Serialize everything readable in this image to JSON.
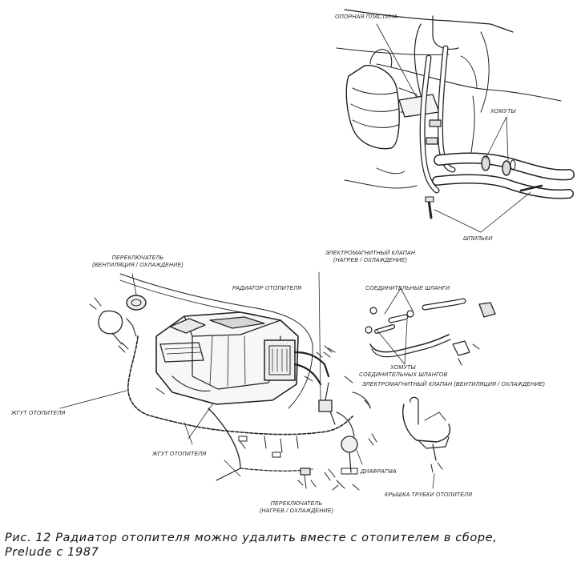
{
  "figure": {
    "labels": {
      "support_plate": "ОПОРНАЯ ПЛАСТИНА",
      "clamps_top": "ХОМУТЫ",
      "bolts": "ШПИЛЬКИ",
      "switch_vent_line1": "ПЕРЕКЛЮЧАТЕЛЬ",
      "switch_vent_line2": "(ВЕНТИЛЯЦИЯ / ОХЛАЖДЕНИЕ)",
      "solenoid_heat_line1": "ЭЛЕКТРОМАГНИТНЫЙ КЛАПАН",
      "solenoid_heat_line2": "(НАГРЕВ / ОХЛАЖДЕНИЕ)",
      "heater_radiator": "РАДИАТОР ОТОПИТЕЛЯ",
      "connecting_hoses": "СОЕДИНИТЕЛЬНЫЕ ШЛАНГИ",
      "hose_clamps_line1": "ХОМУТЫ",
      "hose_clamps_line2": "СОЕДИНИТЕЛЬНЫХ ШЛАНГОВ",
      "solenoid_vent": "ЭЛЕКТРОМАГНИТНЫЙ КЛАПАН (ВЕНТИЛЯЦИЯ / ОХЛАЖДЕНИЕ)",
      "harness_left": "ЖГУТ ОТОПИТЕЛЯ",
      "harness_bottom": "ЖГУТ ОТОПИТЕЛЯ",
      "diaphragm": "ДИАФРАГМА",
      "switch_heat_line1": "ПЕРЕКЛЮЧАТЕЛЬ",
      "switch_heat_line2": "(НАГРЕВ / ОХЛАЖДЕНИЕ)",
      "pipe_cover": "КРЫШКА ТРУБКИ ОТОПИТЕЛЯ"
    },
    "caption_line1": "Рис. 12 Радиатор отопителя можно удалить вместе с отопителем в сборе,",
    "caption_line2": "Prelude с 1987"
  }
}
